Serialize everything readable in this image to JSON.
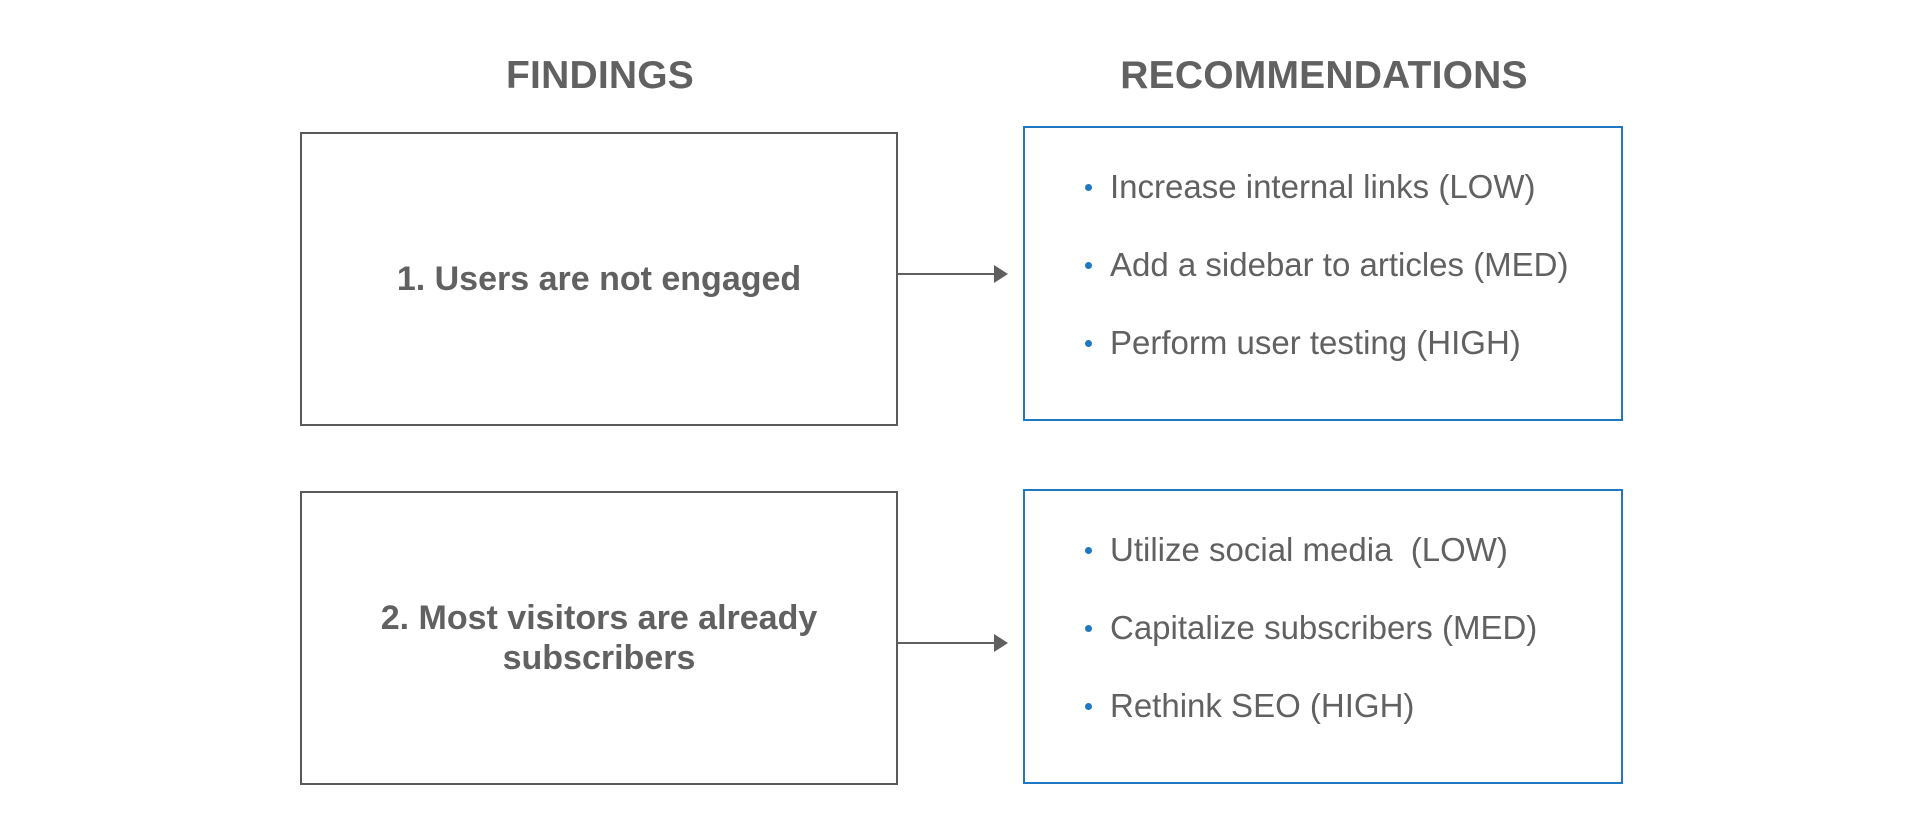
{
  "headings": {
    "findings": "FINDINGS",
    "recommendations": "RECOMMENDATIONS"
  },
  "colors": {
    "text": "#616161",
    "finding_border": "#5a5a5a",
    "recommendation_border": "#1f78c1",
    "bullet": "#1f78c1",
    "arrow": "#5f5f5f"
  },
  "rows": [
    {
      "finding": "1. Users are not engaged",
      "recommendations": [
        "Increase internal links (LOW)",
        "Add a sidebar to articles (MED)",
        "Perform user testing (HIGH)"
      ]
    },
    {
      "finding": "2. Most visitors are already\nsubscribers",
      "recommendations": [
        "Utilize social media  (LOW)",
        "Capitalize subscribers (MED)",
        "Rethink SEO (HIGH)"
      ]
    }
  ]
}
